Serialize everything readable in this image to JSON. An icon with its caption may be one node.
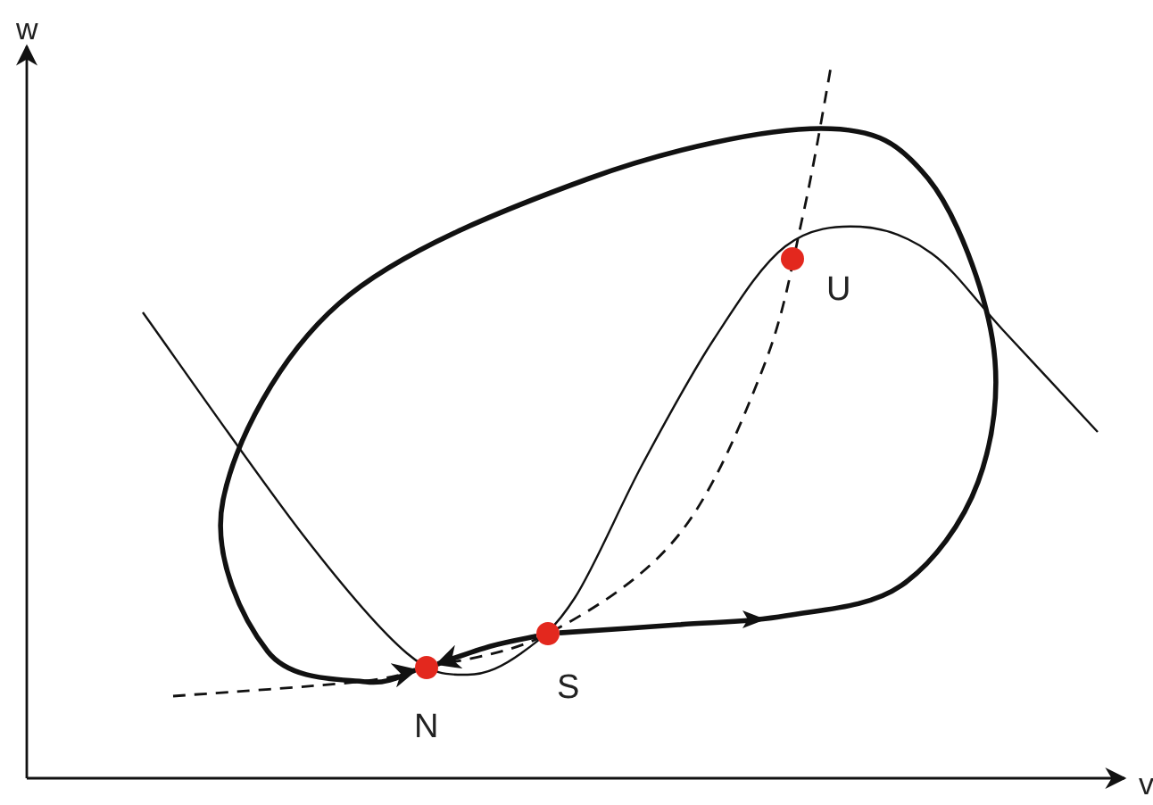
{
  "diagram": {
    "nodes": [
      {
        "text": [],
        "shape": "circle",
        "beside": [
          "N"
        ]
      },
      {
        "text": [],
        "shape": "circle",
        "beside": [
          "S"
        ]
      },
      {
        "text": [],
        "shape": "circle",
        "beside": [
          "U"
        ]
      }
    ],
    "edges": [
      {
        "from": 1,
        "to": 0,
        "arrow": "to"
      },
      {
        "from": 1,
        "to": 0,
        "arrow": "to"
      }
    ],
    "labels": [
      "w",
      "v"
    ]
  }
}
